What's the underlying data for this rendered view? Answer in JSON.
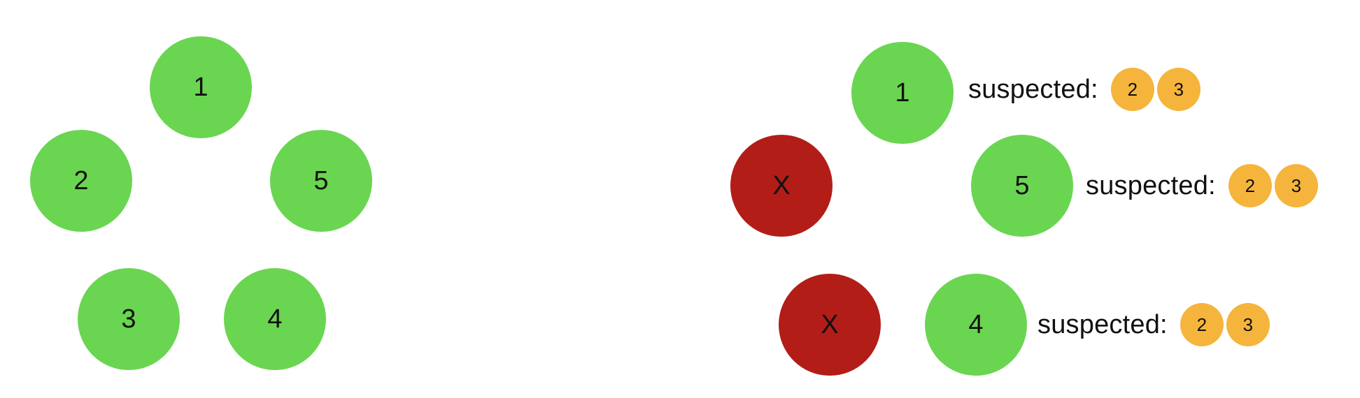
{
  "colors": {
    "alive": "#6ad551",
    "dead": "#b21d18",
    "suspect_chip": "#f5b43b"
  },
  "left_cluster": {
    "nodes": [
      {
        "label": "1",
        "state": "alive"
      },
      {
        "label": "2",
        "state": "alive"
      },
      {
        "label": "5",
        "state": "alive"
      },
      {
        "label": "3",
        "state": "alive"
      },
      {
        "label": "4",
        "state": "alive"
      }
    ]
  },
  "right_cluster": {
    "nodes": [
      {
        "label": "1",
        "state": "alive",
        "suspected_label": "suspected:",
        "suspects": [
          "2",
          "3"
        ]
      },
      {
        "label": "X",
        "state": "dead"
      },
      {
        "label": "5",
        "state": "alive",
        "suspected_label": "suspected:",
        "suspects": [
          "2",
          "3"
        ]
      },
      {
        "label": "X",
        "state": "dead"
      },
      {
        "label": "4",
        "state": "alive",
        "suspected_label": "suspected:",
        "suspects": [
          "2",
          "3"
        ]
      }
    ]
  }
}
